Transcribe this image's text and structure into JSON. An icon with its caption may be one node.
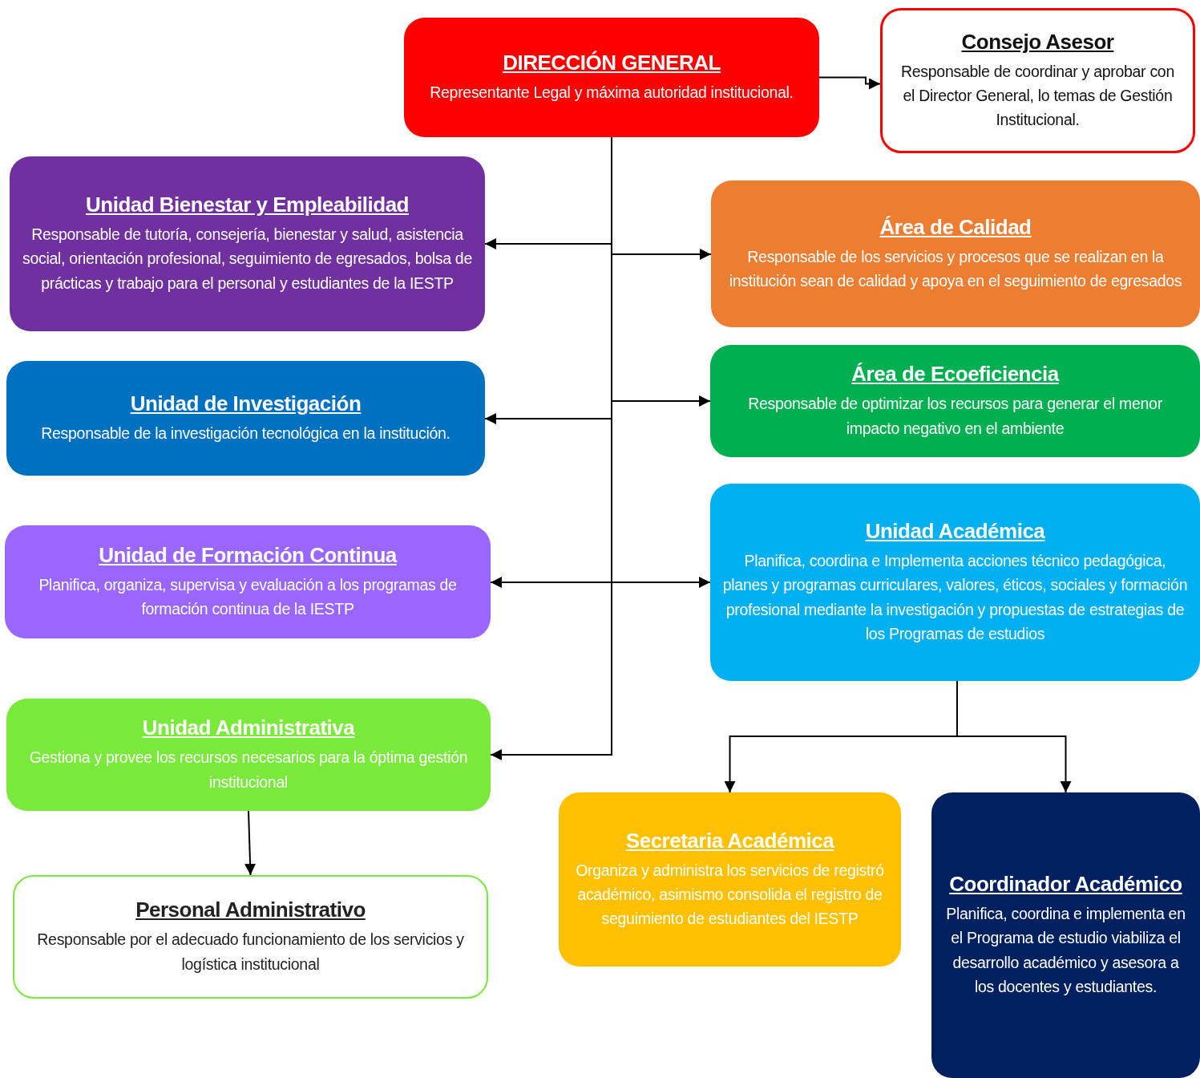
{
  "diagram": {
    "nodes": [
      {
        "text": [
          "DIRECCIÓN GENERAL",
          "Representante Legal y máxima autoridad institucional."
        ]
      },
      {
        "text": [
          "Consejo Asesor",
          "Responsable de coordinar y aprobar con el Director General, lo temas de Gestión Institucional."
        ]
      },
      {
        "text": [
          "Unidad Bienestar y Empleabilidad",
          "Responsable de tutoría, consejería, bienestar y salud, asistencia social, orientación profesional, seguimiento de egresados, bolsa de prácticas y trabajo para el personal y estudiantes de la IESTP"
        ]
      },
      {
        "text": [
          "Área de Calidad",
          "Responsable de los servicios y procesos que se realizan en la institución sean de calidad y apoya en el seguimiento de egresados"
        ]
      },
      {
        "text": [
          "Unidad de Investigación",
          "Responsable de la investigación tecnológica en la institución."
        ]
      },
      {
        "text": [
          "Área de Ecoeficiencia",
          "Responsable de optimizar los recursos para generar el menor impacto negativo en el ambiente"
        ]
      },
      {
        "text": [
          "Unidad de Formación Continua",
          "Planifica, organiza, supervisa y evaluación a los programas de formación continua de la IESTP"
        ]
      },
      {
        "text": [
          "Unidad Académica",
          "Planifica, coordina e Implementa acciones técnico pedagógica, planes y programas curriculares, valores, éticos, sociales y formación profesional mediante la investigación y propuestas de estrategias de los Programas de estudios"
        ]
      },
      {
        "text": [
          "Unidad Administrativa",
          "Gestiona y provee los recursos necesarios para la óptima gestión institucional"
        ]
      },
      {
        "text": [
          "Personal Administrativo",
          "Responsable por el adecuado funcionamiento de los servicios y logística institucional"
        ]
      },
      {
        "text": [
          "Secretaria Académica",
          "Organiza y administra los servicios de registró académico, asimismo consolida el registro de seguimiento de estudiantes del IESTP"
        ]
      },
      {
        "text": [
          "Coordinador Académico",
          "Planifica, coordina e implementa en el Programa de estudio viabiliza el desarrollo académico y asesora a los docentes y estudiantes."
        ]
      }
    ],
    "edges": [
      {
        "from": 0,
        "to": 1,
        "arrow": "to"
      },
      {
        "from": 0,
        "to": 2,
        "arrow": "to"
      },
      {
        "from": 0,
        "to": 3,
        "arrow": "to"
      },
      {
        "from": 0,
        "to": 4,
        "arrow": "to"
      },
      {
        "from": 0,
        "to": 5,
        "arrow": "to"
      },
      {
        "from": 0,
        "to": 6,
        "arrow": "to"
      },
      {
        "from": 0,
        "to": 7,
        "arrow": "to"
      },
      {
        "from": 0,
        "to": 8,
        "arrow": "to"
      },
      {
        "from": 8,
        "to": 9,
        "arrow": "to"
      },
      {
        "from": 7,
        "to": 10,
        "arrow": "to"
      },
      {
        "from": 7,
        "to": 11,
        "arrow": "to"
      }
    ]
  }
}
